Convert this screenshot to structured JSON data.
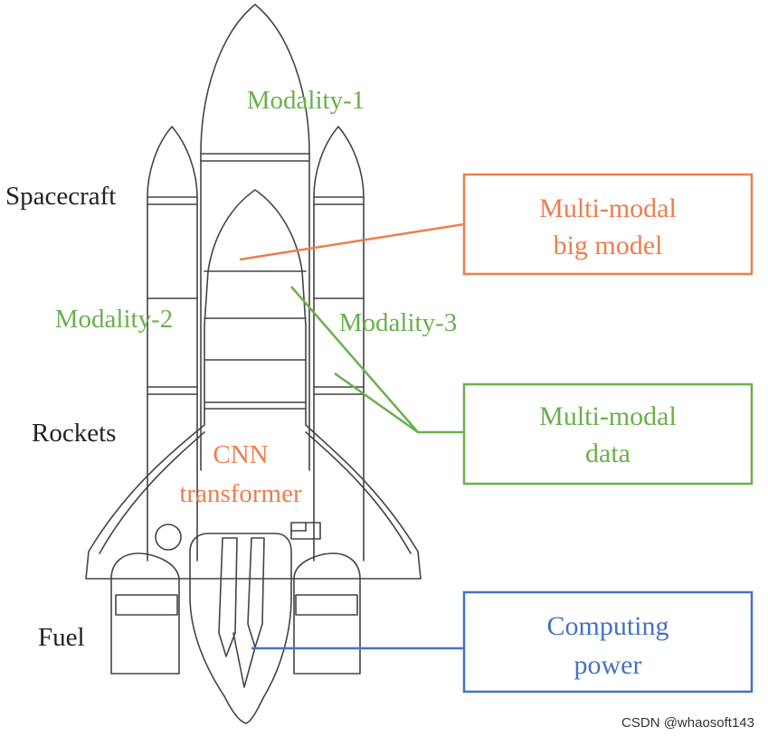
{
  "labels": {
    "spacecraft": "Spacecraft",
    "rockets": "Rockets",
    "fuel": "Fuel",
    "modality_1": "Modality-1",
    "modality_2": "Modality-2",
    "modality_3": "Modality-3",
    "cnn_line1": "CNN",
    "cnn_line2": "transformer"
  },
  "boxes": {
    "model": {
      "line1": "Multi-modal",
      "line2": "big model",
      "color": "#ed7d4e"
    },
    "data": {
      "line1": "Multi-modal",
      "line2": "data",
      "color": "#6ab04c"
    },
    "compute": {
      "line1": "Computing",
      "line2": "power",
      "color": "#4472c4"
    }
  },
  "colors": {
    "outline": "#444444",
    "green": "#6ab04c",
    "orange": "#ed7d4e",
    "blue": "#4472c4"
  },
  "watermark": "CSDN @whaosoft143"
}
